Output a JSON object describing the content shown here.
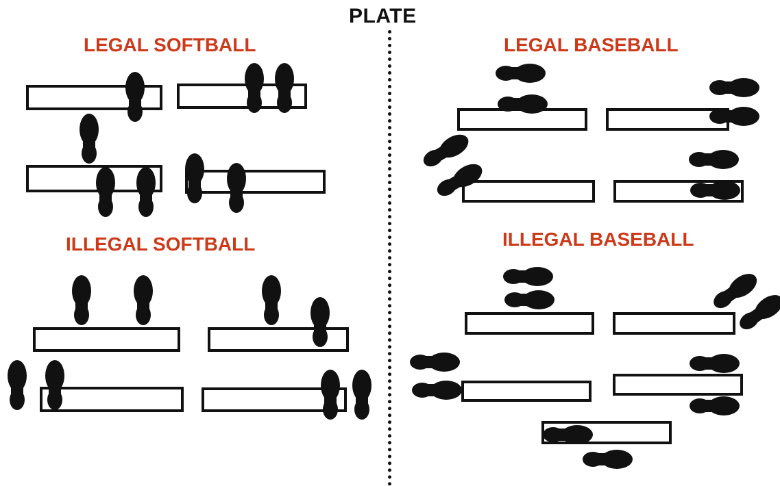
{
  "labels": {
    "plate": "PLATE",
    "legal_softball": "LEGAL SOFTBALL",
    "illegal_softball": "ILLEGAL SOFTBALL",
    "legal_baseball": "LEGAL BASEBALL",
    "illegal_baseball": "ILLEGAL BASEBALL"
  },
  "colors": {
    "title": "#CC3A1A",
    "ink": "#111111",
    "background": "#FFFFFF"
  },
  "icons": {
    "footprint": "footprint-icon",
    "pitching-rubber": "pitching-rubber-rectangle",
    "plate-line": "dotted-plate-line"
  }
}
